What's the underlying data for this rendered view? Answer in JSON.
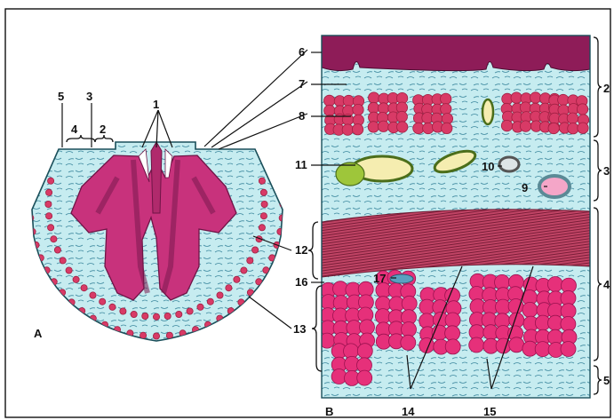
{
  "panel_labels": {
    "a": "A",
    "b": "B"
  },
  "labels": {
    "n1": "1",
    "n2": "2",
    "n3": "3",
    "n4": "4",
    "n5": "5",
    "n6": "6",
    "n7": "7",
    "n8": "8",
    "n9": "9",
    "n10": "10",
    "n11": "11",
    "n12": "12",
    "n13": "13",
    "n14": "14",
    "n15": "15",
    "n16": "16",
    "n17": "17"
  },
  "braces_right": {
    "r2": "2",
    "r3": "3",
    "r4": "4",
    "r5": "5"
  },
  "colors": {
    "mucosa": "#c8327c",
    "mucosa_dark": "#8e1c58",
    "epithelium_top": "#7a1a4e",
    "connective": "#c6ecf0",
    "connective_fiber": "#3f8aa0",
    "gland": "#d83a66",
    "gland_dark": "#a01f42",
    "muscle": "#b83a5c",
    "muscle_fiber": "#6e1a32",
    "skeletal_muscle": "#e6307a",
    "duct": "#f5edb0",
    "duct_cells": "#9ec63a",
    "vessel": "#9aa7ad",
    "nerve": "#f4a6c8"
  }
}
